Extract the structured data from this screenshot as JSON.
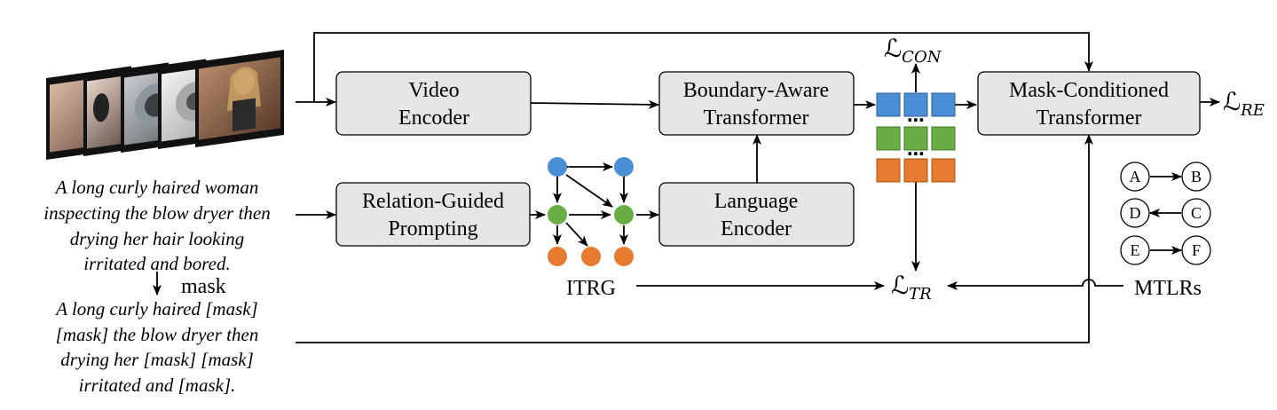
{
  "modules": {
    "video_encoder": [
      "Video",
      "Encoder"
    ],
    "boundary_aware_transformer": [
      "Boundary-Aware",
      "Transformer"
    ],
    "mask_conditioned_transformer": [
      "Mask-Conditioned",
      "Transformer"
    ],
    "relation_guided_prompting": [
      "Relation-Guided",
      "Prompting"
    ],
    "language_encoder": [
      "Language",
      "Encoder"
    ]
  },
  "labels": {
    "itrg": "ITRG",
    "mtlrs": "MTLRs",
    "mask": "mask"
  },
  "losses": {
    "con": {
      "main": "ℒ",
      "sub": "CON"
    },
    "re": {
      "main": "ℒ",
      "sub": "RE"
    },
    "tr": {
      "main": "ℒ",
      "sub": "TR"
    }
  },
  "captions": {
    "original": [
      "A long curly haired woman",
      "inspecting the blow dryer then",
      "drying her hair looking",
      "irritated and bored."
    ],
    "masked": [
      "A long curly haired [mask]",
      "[mask] the blow dryer then",
      "drying her [mask] [mask]",
      "irritated and [mask]."
    ]
  },
  "relation_examples": [
    {
      "from": "A",
      "to": "B"
    },
    {
      "from": "C",
      "to": "D"
    },
    {
      "from": "E",
      "to": "F"
    }
  ],
  "colors": {
    "box_fill": "#e6e6e6",
    "token_blue": "#4a8fd6",
    "token_green": "#6aad45",
    "token_orange": "#e67a2e",
    "node_blue": "#4a8fd6",
    "node_green": "#6aad45",
    "node_orange": "#e67a2e"
  },
  "icons": {
    "video_frames": "video-frame-stack"
  }
}
